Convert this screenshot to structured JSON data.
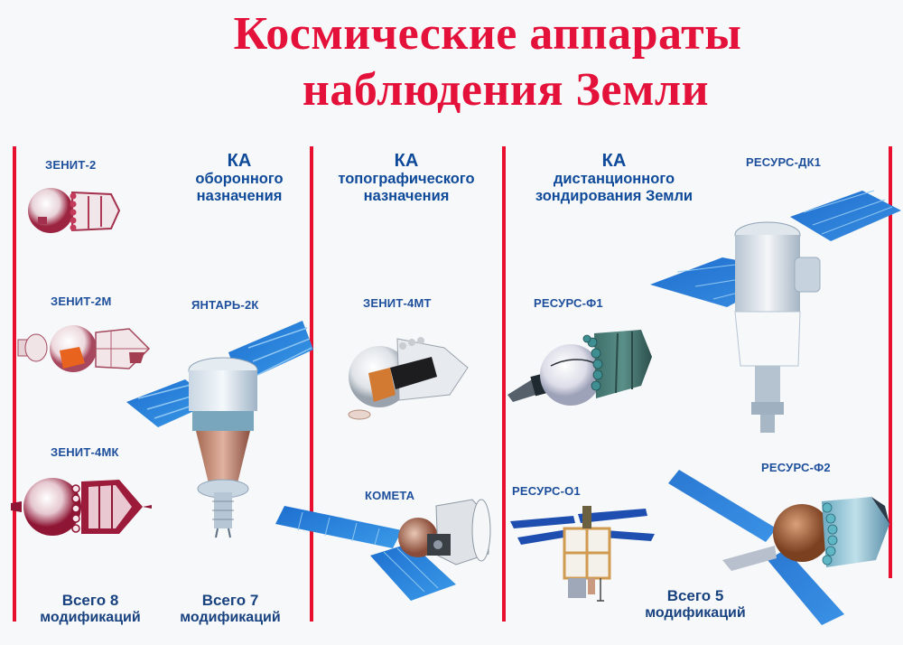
{
  "title": {
    "line1": "Космические аппараты",
    "line2": "наблюдения Земли",
    "color": "#e4123a"
  },
  "accent_colors": {
    "divider_red": "#e8102e",
    "text_blue": "#1d4f9c",
    "solar_panel_blue": "#2a7fd6"
  },
  "sections": [
    {
      "heading": {
        "ka": "КА",
        "line1": "оборонного",
        "line2": "назначения"
      },
      "satellites": [
        {
          "name": "ЗЕНИТ-2"
        },
        {
          "name": "ЗЕНИТ-2М"
        },
        {
          "name": "ЗЕНИТ-4МК"
        },
        {
          "name": "ЯНТАРЬ-2К"
        }
      ],
      "totals": [
        {
          "count": "Всего 8",
          "unit": "модификаций"
        },
        {
          "count": "Всего 7",
          "unit": "модификаций"
        }
      ]
    },
    {
      "heading": {
        "ka": "КА",
        "line1": "топографического",
        "line2": "назначения"
      },
      "satellites": [
        {
          "name": "ЗЕНИТ-4МТ"
        },
        {
          "name": "КОМЕТА"
        }
      ]
    },
    {
      "heading": {
        "ka": "КА",
        "line1": "дистанционного",
        "line2": "зондирования Земли"
      },
      "satellites": [
        {
          "name": "РЕСУРС-ДК1"
        },
        {
          "name": "РЕСУРС-Ф1"
        },
        {
          "name": "РЕСУРС-О1"
        },
        {
          "name": "РЕСУРС-Ф2"
        }
      ],
      "totals": [
        {
          "count": "Всего 5",
          "unit": "модификаций"
        }
      ]
    }
  ]
}
